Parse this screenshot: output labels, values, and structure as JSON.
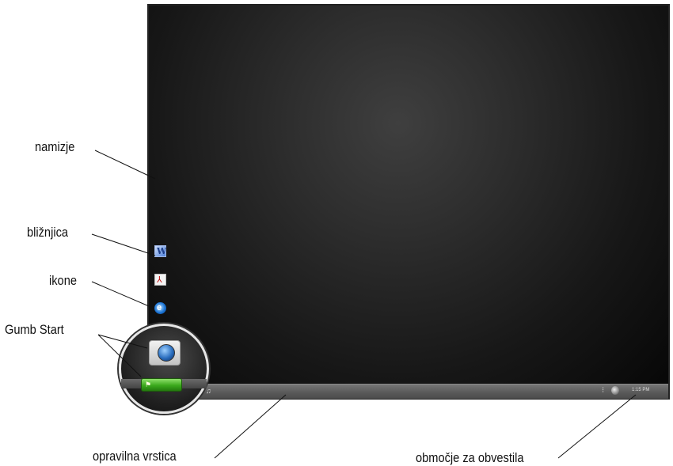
{
  "labels": {
    "desktop": "namizje",
    "shortcut": "bližnjica",
    "icons": "ikone",
    "start_button": "Gumb Start",
    "taskbar": "opravilna vrstica",
    "notification_area": "območje za obvestila"
  },
  "taskbar": {
    "clock": "1:15 PM"
  },
  "desktop_icons": [
    "word-document-shortcut",
    "pdf-document-icon",
    "internet-explorer-icon"
  ],
  "colors": {
    "start_button": "#3aa81c",
    "desktop": "#1a1a1a",
    "taskbar": "#5a5a5a"
  }
}
